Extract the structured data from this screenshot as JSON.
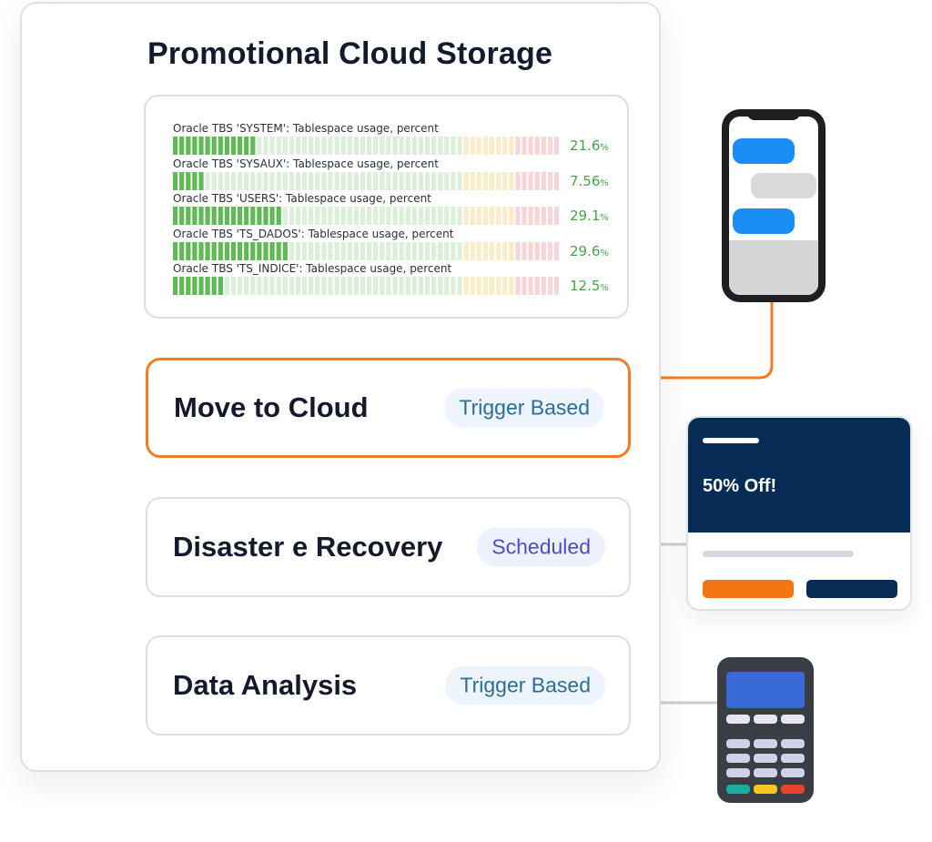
{
  "panel": {
    "title": "Promotional Cloud Storage"
  },
  "tablespaces": [
    {
      "label": "Oracle TBS 'SYSTEM': Tablespace usage, percent",
      "value": 21.6,
      "display": "21.6",
      "unit": "%"
    },
    {
      "label": "Oracle TBS 'SYSAUX': Tablespace usage, percent",
      "value": 7.56,
      "display": "7.56",
      "unit": "%"
    },
    {
      "label": "Oracle TBS 'USERS': Tablespace usage, percent",
      "value": 29.1,
      "display": "29.1",
      "unit": "%"
    },
    {
      "label": "Oracle TBS 'TS_DADOS': Tablespace usage, percent",
      "value": 29.6,
      "display": "29.6",
      "unit": "%"
    },
    {
      "label": "Oracle TBS 'TS_INDICE': Tablespace usage, percent",
      "value": 12.5,
      "display": "12.5",
      "unit": "%"
    }
  ],
  "gauge": {
    "thresholds": [
      0,
      75,
      88,
      100
    ],
    "colors": {
      "filled": "#5fb955",
      "empty_green": "#dcefd8",
      "empty_yellow": "#faecc8",
      "empty_red": "#f8d6d8"
    }
  },
  "workflows": [
    {
      "title": "Move to Cloud",
      "badge": "Trigger Based",
      "highlighted": true
    },
    {
      "title": "Disaster e Recovery",
      "badge": "Scheduled",
      "highlighted": false
    },
    {
      "title": "Data Analysis",
      "badge": "Trigger Based",
      "highlighted": false
    }
  ],
  "promo": {
    "text": "50% Off!"
  },
  "colors": {
    "accent_orange": "#f47b20",
    "navy": "#042c54",
    "connector_gray": "#c8ccd3",
    "value_green": "#46a548"
  },
  "icons": {
    "phone": "smartphone-chat-icon",
    "promo": "promo-card-icon",
    "terminal": "payment-terminal-icon"
  }
}
